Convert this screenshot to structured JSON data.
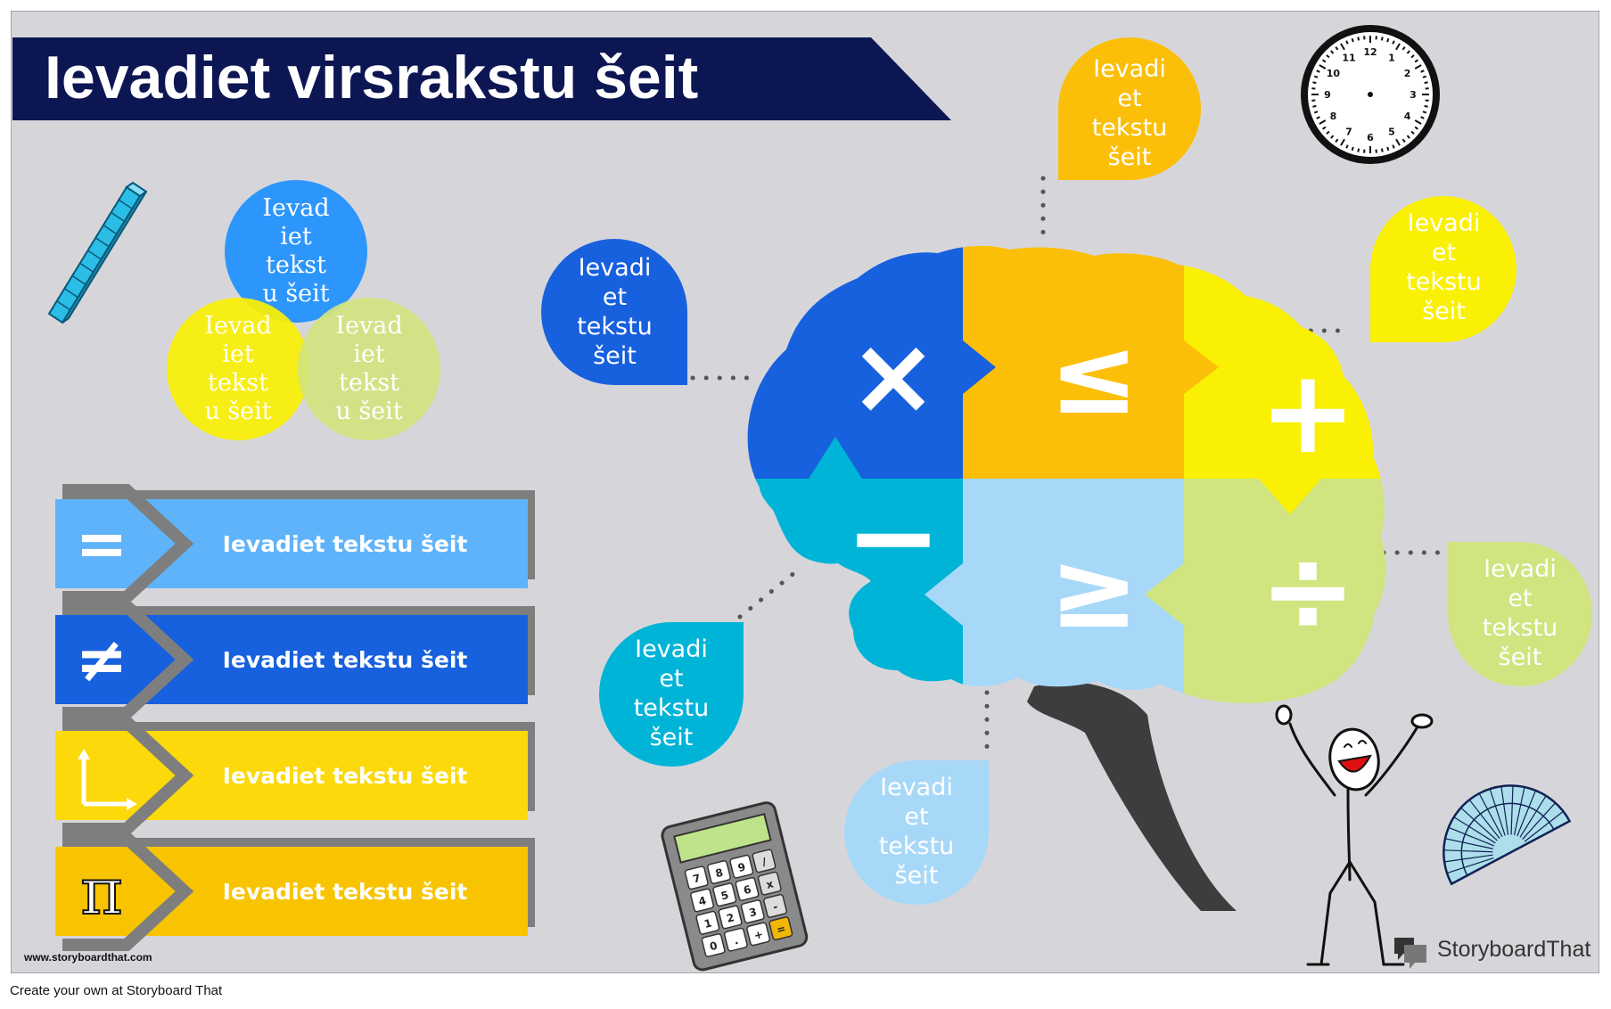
{
  "title": "Ievadiet virsrakstu šeit",
  "watermark_url": "www.storyboardthat.com",
  "logo": {
    "name": "StoryboardThat",
    "icon": "storyboard-logo-icon"
  },
  "footer": "Create your own at Storyboard That",
  "colors": {
    "background": "#d6d6da",
    "title_bar": "#0c1652",
    "blue_dark": "#1760de",
    "blue_mid": "#5fb3fa",
    "blue_light": "#a8d8f8",
    "cyan": "#00b4d8",
    "orange": "#fbbf09",
    "yellow": "#faf004",
    "green": "#d0e47f"
  },
  "bubbles": [
    {
      "text": "Ievadi\net\ntekstu\nšeit",
      "color": "#fbbf09"
    },
    {
      "text": "Ievadi\net\ntekstu\nšeit",
      "color": "#1760de"
    },
    {
      "text": "Ievadi\net\ntekstu\nšeit",
      "color": "#faf004"
    },
    {
      "text": "Ievadi\net\ntekstu\nšeit",
      "color": "#d0e47f"
    },
    {
      "text": "Ievadi\net\ntekstu\nšeit",
      "color": "#00b4d8"
    },
    {
      "text": "Ievadi\net\ntekstu\nšeit",
      "color": "#a8d8f8"
    }
  ],
  "venn": [
    {
      "text": "Ievad\niet\ntekst\nu šeit",
      "color": "#1e90ff"
    },
    {
      "text": "Ievad\niet\ntekst\nu šeit",
      "color": "#faf004"
    },
    {
      "text": "Ievad\niet\ntekst\nu šeit",
      "color": "#d0e47f"
    }
  ],
  "bands": [
    {
      "text": "Ievadiet tekstu šeit",
      "icon": "equals-icon",
      "color": "#5fb3fa"
    },
    {
      "text": "Ievadiet tekstu šeit",
      "icon": "not-equal-icon",
      "color": "#1760de"
    },
    {
      "text": "Ievadiet tekstu šeit",
      "icon": "axes-icon",
      "color": "#fbd90a"
    },
    {
      "text": "Ievadiet tekstu šeit",
      "icon": "pi-icon",
      "color": "#f8c402"
    }
  ],
  "brain": {
    "symbols": [
      "×",
      "≤",
      "+",
      "−",
      "≥",
      "÷"
    ]
  },
  "clock": {
    "numbers": [
      "12",
      "1",
      "2",
      "3",
      "4",
      "5",
      "6",
      "7",
      "8",
      "9",
      "10",
      "11"
    ]
  },
  "calculator": {
    "keys": [
      "7",
      "8",
      "9",
      "/",
      "4",
      "5",
      "6",
      "x",
      "1",
      "2",
      "3",
      "-",
      "0",
      ".",
      "+",
      "="
    ]
  }
}
